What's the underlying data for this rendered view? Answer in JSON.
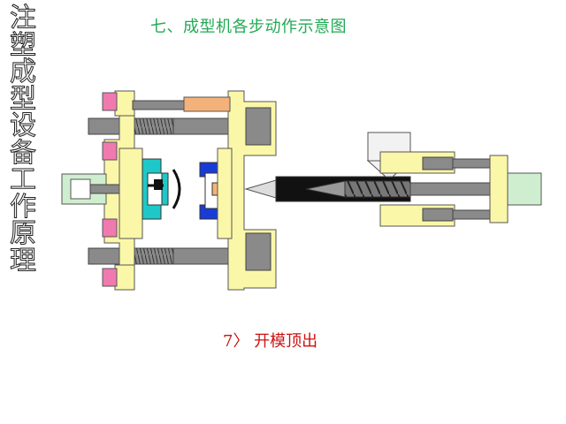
{
  "side_title": "注塑成型设备工作原理",
  "page_title": "七、成型机各步动作示意图",
  "caption": "7〉 开模顶出",
  "colors": {
    "frame_yellow": "#fbf7a8",
    "frame_stroke": "#555555",
    "rod_gray": "#8a8a8a",
    "rod_dark": "#505050",
    "nut_pink": "#f07ab0",
    "mold_cyan": "#1ec8c8",
    "mold_blue": "#1a3cd6",
    "cylinder_green": "#cfeecf",
    "hopper_white": "#f2f2f2",
    "barrel_black": "#111111",
    "piston_orange": "#f4b27a"
  },
  "icons": [
    "pink-nut-icon",
    "hopper-icon",
    "screw-icon",
    "mold-cyan-icon",
    "mold-blue-icon"
  ]
}
